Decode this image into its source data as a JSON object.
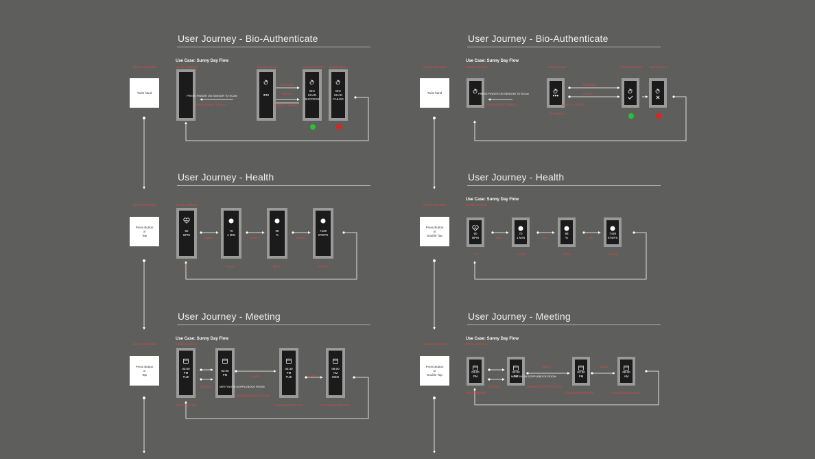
{
  "colors": {
    "background": "#5e5f5d",
    "device_frame": "#9a9a9a",
    "screen": "#1b1b1b",
    "annotation_red": "#e5473d",
    "success_green": "#25c233",
    "fail_red": "#e3211d",
    "wire": "#ffffff"
  },
  "left": {
    "bio": {
      "title": "User Journey - Bio-Authenticate",
      "use_case": "Use Case: Sunny Day Flow",
      "gesture_label": "INITIAL GESTURE",
      "gesture_text": "Twist hand",
      "initial_screen_label": "INITIAL SCREEN",
      "scan_prompt": "PRESS FINGER ON SENSOR TO SCAN",
      "prompt_sub": "FINGERPRINT SCAN UI",
      "finger_scan_label": "FINGER SCAN",
      "scan_success_label": "SCAN SUCCESS",
      "scan_fail_label": "SCAN FAILED",
      "success_arrow": "SUCCESS",
      "fail_arrow": "FAILED",
      "timeout_label": "TIMEOUT / RETRY",
      "success_screen": [
        "BIO",
        "SCAN",
        "SUCCESS"
      ],
      "fail_screen": [
        "BIO",
        "SCAN",
        "FAILED"
      ],
      "dots_icon": "ellipsis-icon",
      "finger_icon": "hand-pointer-icon"
    },
    "health": {
      "title": "User Journey - Health",
      "gesture_label": "INITIAL GESTURE",
      "gesture_lines": [
        "Press Button",
        "or",
        "Tap"
      ],
      "initial_screen_label": "INITIAL SCREEN",
      "screens": [
        {
          "lines": [
            "60",
            "BPM"
          ],
          "caption": "HR"
        },
        {
          "lines": [
            "70",
            "1 MIN"
          ],
          "caption": "PULSE"
        },
        {
          "lines": [
            "98",
            "%"
          ],
          "caption": "SPO2"
        },
        {
          "lines": [
            "7439",
            "STEPS"
          ],
          "caption": "STEPS"
        }
      ],
      "transition": "SWIPE"
    },
    "meeting": {
      "title": "User Journey - Meeting",
      "use_case": "Use Case: Sunny Day Flow",
      "gesture_label": "INITIAL GESTURE",
      "gesture_lines": [
        "Press Button",
        "or",
        "Tap"
      ],
      "initial_screen_label": "INITIAL SCREEN",
      "screens": [
        {
          "lines": [
            "03:00",
            "PM",
            "",
            "TUE"
          ],
          "caption": "NEXT MEETING"
        },
        {
          "lines": [
            "03:00",
            "PM",
            "",
            "MEETING IN DOPPLEBOCK ROOM"
          ],
          "caption": ""
        },
        {
          "lines": [
            "03:30",
            "PM",
            "",
            "TUE"
          ],
          "caption": "FOLLOWING MEETING"
        },
        {
          "lines": [
            "08:00",
            "AM",
            "",
            "WED"
          ],
          "caption": "FOLLOWING MEETING"
        }
      ],
      "details_label": "DETAILS",
      "reminder_label": "REMINDER NOTIFICATION",
      "transition": "SWIPE"
    }
  },
  "right": {
    "bio": {
      "title": "User Journey - Bio-Authenticate",
      "use_case": "Use Case: Sunny Day Flow",
      "gesture_label": "INITIAL GESTURE",
      "gesture_text": "Twist hand",
      "initial_screen_label": "INITIAL SCREEN",
      "scan_prompt": "PRESS FINGER ON SENSOR TO SCAN",
      "prompt_sub": "FINGERPRINT SCAN UI",
      "finger_scan_label": "FINGER SCAN",
      "scan_success_label": "SCAN SUCCESS",
      "scan_fail_label": "SCAN FAILED",
      "success_arrow": "SUCCESS",
      "fail_arrow": "FAILED",
      "timeout_label": "TIMEOUT / RETRY",
      "progress_label": "PROGRESS",
      "check_icon": "check-icon",
      "cross_icon": "cross-icon"
    },
    "health": {
      "title": "User Journey - Health",
      "use_case": "Use Case: Sunny Day Flow",
      "gesture_label": "INITIAL GESTURE",
      "gesture_lines": [
        "Press Button",
        "or",
        "Double Tap"
      ],
      "initial_screen_label": "INITIAL SCREEN",
      "screens": [
        {
          "lines": [
            "60",
            "BPM"
          ],
          "caption": "HR"
        },
        {
          "lines": [
            "70",
            "1 MIN"
          ],
          "caption": "PULSE"
        },
        {
          "lines": [
            "98",
            "%"
          ],
          "caption": "SPO2"
        },
        {
          "lines": [
            "7439",
            "STEPS"
          ],
          "caption": "STEPS"
        }
      ],
      "transition": "TAP"
    },
    "meeting": {
      "title": "User Journey - Meeting",
      "use_case": "Use Case: Sunny Day Flow",
      "gesture_label": "INITIAL GESTURE",
      "gesture_lines": [
        "Press Button",
        "or",
        "Double Tap"
      ],
      "initial_screen_label": "INITIAL SCREEN",
      "screens": [
        {
          "lines": [
            "03:00",
            "PM"
          ],
          "caption": "NEXT MEETING"
        },
        {
          "lines": [
            "03:00",
            "PM",
            "MEETING IN DOPPLEBOCK ROOM"
          ],
          "caption": ""
        },
        {
          "lines": [
            "03:30",
            "PM"
          ],
          "caption": "FOLLOWING MEETING"
        },
        {
          "lines": [
            "08:00",
            "AM"
          ],
          "caption": "FOLLOWING MEETING"
        }
      ],
      "details_label": "DETAILS",
      "reminder_label": "REMINDER NOTIFICATION",
      "transition": "SWIPE"
    }
  }
}
